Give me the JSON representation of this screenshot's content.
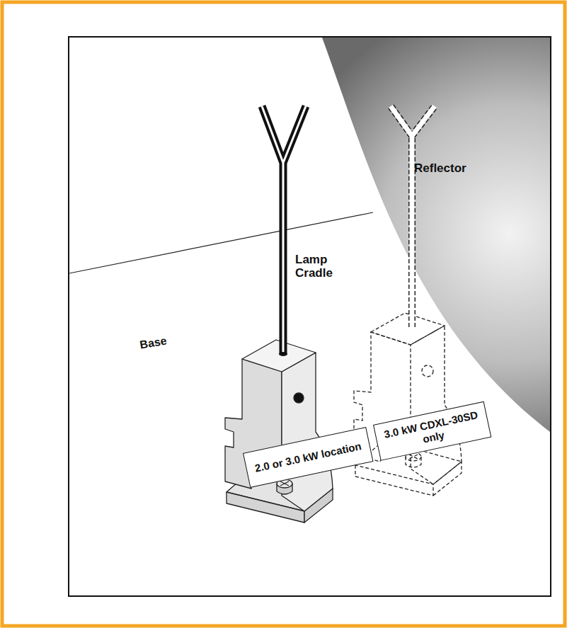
{
  "diagram": {
    "nodes": [
      {
        "text": [
          "2.0 or 3.0 kW location"
        ]
      },
      {
        "text": [
          "3.0 kW CDXL-30SD only"
        ]
      }
    ],
    "labels": [
      "Lamp Cradle",
      "Base",
      "Reflector"
    ]
  }
}
